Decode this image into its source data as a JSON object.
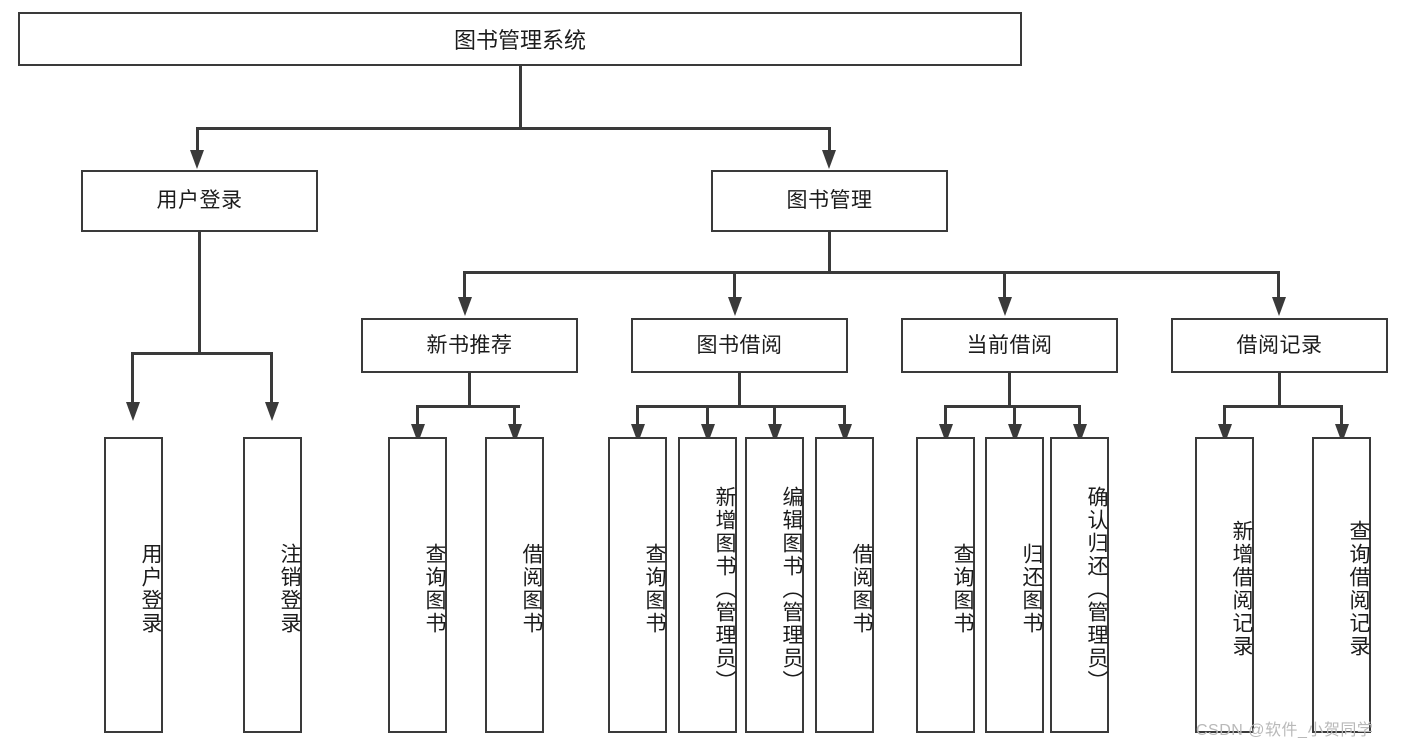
{
  "diagram": {
    "type": "tree-hierarchy-chart",
    "title": "图书管理系统",
    "watermark": "CSDN @软件_小贺同学",
    "colors": {
      "stroke": "#3a3a3a",
      "fill": "#ffffff",
      "text": "#1c1c1c",
      "watermark": "#b9b9b9"
    },
    "root": {
      "label": "图书管理系统"
    },
    "level2": [
      {
        "label": "用户登录"
      },
      {
        "label": "图书管理"
      }
    ],
    "level3": [
      {
        "label": "新书推荐"
      },
      {
        "label": "图书借阅"
      },
      {
        "label": "当前借阅"
      },
      {
        "label": "借阅记录"
      }
    ],
    "leaves": {
      "user_login": [
        {
          "label": "用户登录"
        },
        {
          "label": "注销登录"
        }
      ],
      "new_book_recommend": [
        {
          "label": "查询图书"
        },
        {
          "label": "借阅图书"
        }
      ],
      "book_borrow": [
        {
          "label": "查询图书"
        },
        {
          "label": "新增图书（管理员）"
        },
        {
          "label": "编辑图书（管理员）"
        },
        {
          "label": "借阅图书"
        }
      ],
      "current_borrow": [
        {
          "label": "查询图书"
        },
        {
          "label": "归还图书"
        },
        {
          "label": "确认归还（管理员）"
        }
      ],
      "borrow_records": [
        {
          "label": "新增借阅记录"
        },
        {
          "label": "查询借阅记录"
        }
      ]
    }
  }
}
